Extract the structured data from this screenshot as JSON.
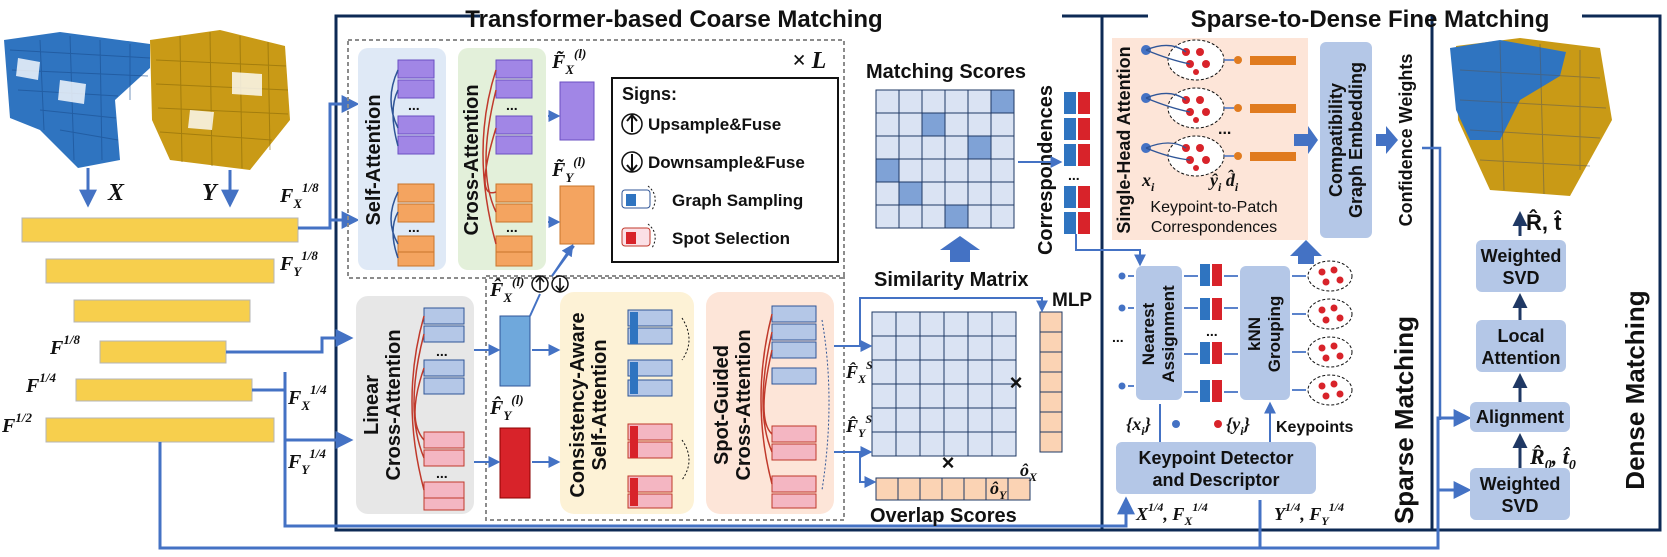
{
  "colors": {
    "frame": "#0d2a55",
    "arrow": "#4472c4",
    "feature_bar": "#f7cf4d",
    "blue_cloud": "#2f74c0",
    "gold_cloud": "#c99a16",
    "self_attn_bg": "#dfe9f6",
    "cross_attn_bg": "#e3f0da",
    "linear_bg": "#e7e7e7",
    "consistency_bg": "#fdf2d6",
    "spot_bg": "#fde5d8",
    "module_fill": "#b4c7e7",
    "grid_cell": "#dae3f3",
    "grid_highlight": "#7fa2d6",
    "purple": "#a186e6",
    "orange": "#f4a460",
    "red": "#d8232a"
  },
  "titles": {
    "coarse": "Transformer-based Coarse Matching",
    "fine": "Sparse-to-Dense Fine Matching",
    "sparse": "Sparse Matching",
    "dense": "Dense Matching"
  },
  "inputs": {
    "x": "X",
    "y": "Y"
  },
  "features": {
    "fx18": "F_X^{1/8}",
    "fy18": "F_Y^{1/8}",
    "f18": "F^{1/8}",
    "f14": "F^{1/4}",
    "f12": "F^{1/2}",
    "fx14": "F_X^{1/4}",
    "fy14": "F_Y^{1/4}"
  },
  "coarse": {
    "repeat": "× L",
    "self_attention": "Self-Attention",
    "cross_attention": "Cross-Attention",
    "fx_tilde": "F̃_X^(l)",
    "fy_tilde": "F̃_Y^(l)",
    "fx_hat": "F̂_X^(l)",
    "fy_hat": "F̂_Y^(l)",
    "linear_cross_attention": [
      "Linear",
      "Cross-Attention"
    ],
    "consistency_self_attention": [
      "Consistency-Aware",
      "Self-Attention"
    ],
    "spot_cross_attention": [
      "Spot-Guided",
      "Cross-Attention"
    ],
    "ellipsis": "...",
    "signs_title": "Signs:",
    "signs": [
      "Upsample&Fuse",
      "Downsample&Fuse",
      "Graph Sampling",
      "Spot Selection"
    ],
    "matching_scores": "Matching Scores",
    "similarity_matrix": "Similarity Matrix",
    "correspondences": "Correspondences",
    "mlp": "MLP",
    "fxs": "F̂_X^S",
    "fys": "F̂_Y^S",
    "times": "×",
    "overlap_scores": "Overlap Scores",
    "oy": "ô_Y",
    "ox": "ô_X"
  },
  "fine": {
    "single_head": "Single-Head Attention",
    "xi": "x_i",
    "yi_di": "ŷ_i  d̂_i",
    "kp_patch": [
      "Keypoint-to-Patch",
      "Correspondences"
    ],
    "compat": [
      "Compatibility",
      "Graph Embedding"
    ],
    "confidence": "Confidence Weights",
    "nearest": [
      "Nearest",
      "Assignment"
    ],
    "knn": [
      "kNN",
      "Grouping"
    ],
    "set_x": "{x_i}",
    "set_y": "{y_i}",
    "keypoints": "Keypoints",
    "detector": [
      "Keypoint Detector",
      "and Descriptor"
    ],
    "in_x": "X^{1/4}, F_X^{1/4}",
    "in_y": "Y^{1/4}, F_Y^{1/4}",
    "ellipsis": "...",
    "dots": "..."
  },
  "dense": {
    "rt_hat": "R̂, t̂",
    "weighted_svd": [
      "Weighted",
      "SVD"
    ],
    "local_attention": [
      "Local",
      "Attention"
    ],
    "alignment": "Alignment",
    "r0t0": "R̂_0, t̂_0"
  },
  "grid_highlights": [
    [
      0,
      5
    ],
    [
      1,
      2
    ],
    [
      2,
      4
    ],
    [
      3,
      0
    ],
    [
      4,
      1
    ],
    [
      5,
      3
    ]
  ]
}
